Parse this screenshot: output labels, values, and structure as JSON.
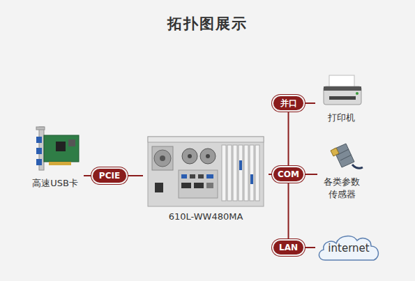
{
  "diagram": {
    "title": "拓扑图展示",
    "nodes": [
      {
        "text": [
          "高速USB卡"
        ]
      },
      {
        "text": [
          "PCIE"
        ]
      },
      {
        "text": [
          "610L-WW480MA"
        ]
      },
      {
        "text": [
          "并口"
        ]
      },
      {
        "text": [
          "COM"
        ]
      },
      {
        "text": [
          "LAN"
        ]
      },
      {
        "text": [
          "打印机"
        ]
      },
      {
        "text": [
          "各类参数 传感器"
        ]
      },
      {
        "text": [
          "internet"
        ]
      }
    ],
    "edges": [
      {
        "from": 0,
        "to": 1,
        "arrow": "none"
      },
      {
        "from": 1,
        "to": 2,
        "arrow": "none"
      },
      {
        "from": 2,
        "to": 4,
        "arrow": "none"
      },
      {
        "from": 4,
        "to": 3,
        "arrow": "none"
      },
      {
        "from": 4,
        "to": 5,
        "arrow": "none"
      },
      {
        "from": 3,
        "to": 6,
        "arrow": "none"
      },
      {
        "from": 4,
        "to": 7,
        "arrow": "none"
      },
      {
        "from": 5,
        "to": 8,
        "arrow": "none"
      }
    ]
  }
}
